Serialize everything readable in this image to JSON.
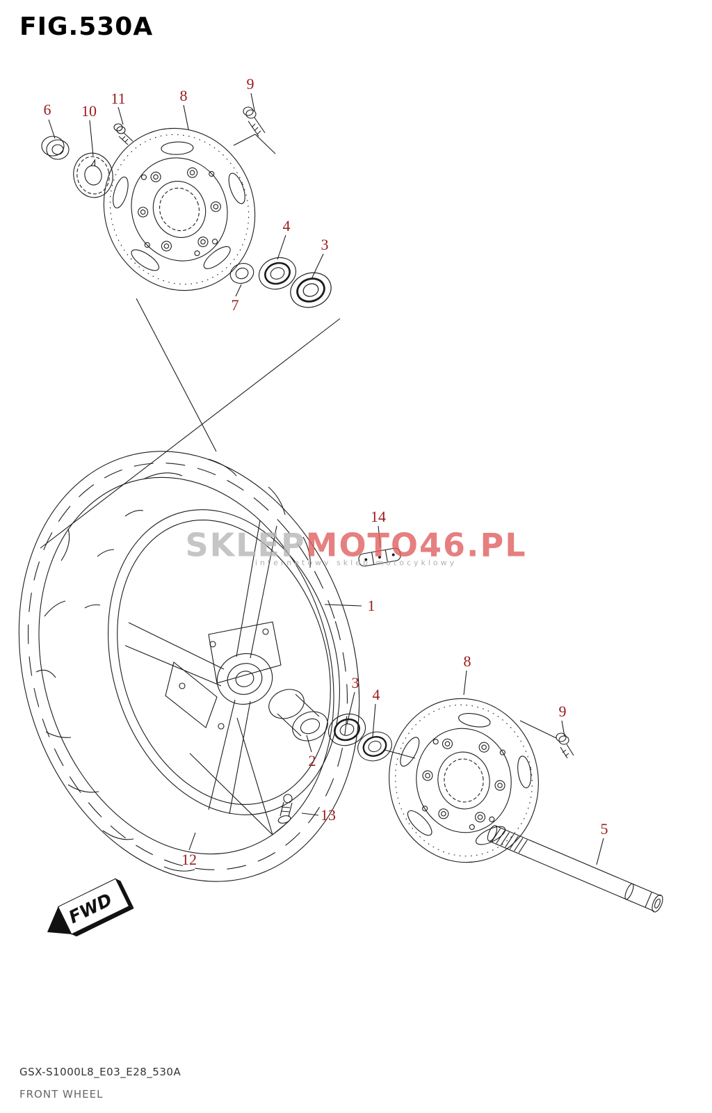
{
  "title": "FIG.530A",
  "callouts": [
    "6",
    "10",
    "11",
    "9",
    "8",
    "4",
    "3",
    "7",
    "14",
    "1",
    "3",
    "4",
    "8",
    "9",
    "2",
    "13",
    "5",
    "12"
  ],
  "fwd": "FWD",
  "watermark": {
    "gray": "SKLEP",
    "red": "MOTO46.PL",
    "sub": "internetowy sklep motocyklowy"
  },
  "footer": {
    "code": "GSX-S1000L8_E03_E28_530A",
    "name": "FRONT WHEEL"
  },
  "colors": {
    "callout_red": "#9a1a1a",
    "line_black": "#1c1c1c",
    "watermark_gray": "#b7b7b7",
    "watermark_red": "#e06060"
  }
}
